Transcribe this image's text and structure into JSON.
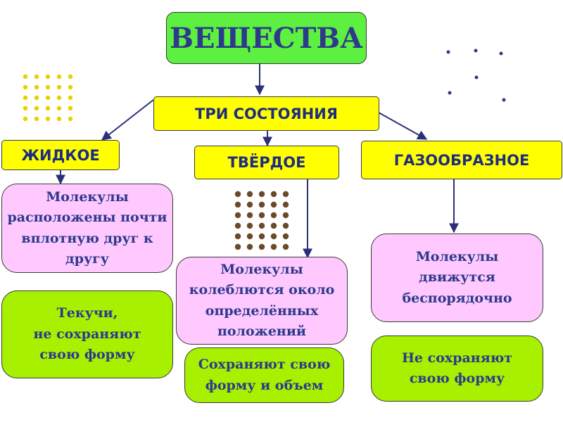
{
  "title": "ВЕЩЕСТВА",
  "states_header": "ТРИ СОСТОЯНИЯ",
  "liquid": {
    "label": "ЖИДКОЕ",
    "molecules": "Молекулы\nрасположены почти\nвплотную друг к\nдругу",
    "property": "Текучи,\nне сохраняют\nсвою форму"
  },
  "solid": {
    "label": "ТВЁРДОЕ",
    "molecules": "Молекулы\nколеблются около\nопределённых\nположений",
    "property": "Сохраняют свою\nформу и объем"
  },
  "gas": {
    "label": "ГАЗООБРАЗНОЕ",
    "molecules": "Молекулы\nдвижутся\nбеспорядочно",
    "property": "Не сохраняют\nсвою форму"
  },
  "colors": {
    "title_bg": "#5ef040",
    "label_bg": "#ffff00",
    "molecules_bg": "#ffc8ff",
    "property_bg": "#a6f000",
    "text": "#2d3a8c",
    "arrow": "#2b2f7a",
    "liquid_particle": "#e6d200",
    "solid_particle": "#6b4a2a",
    "gas_particle": "#2b3a8a"
  }
}
